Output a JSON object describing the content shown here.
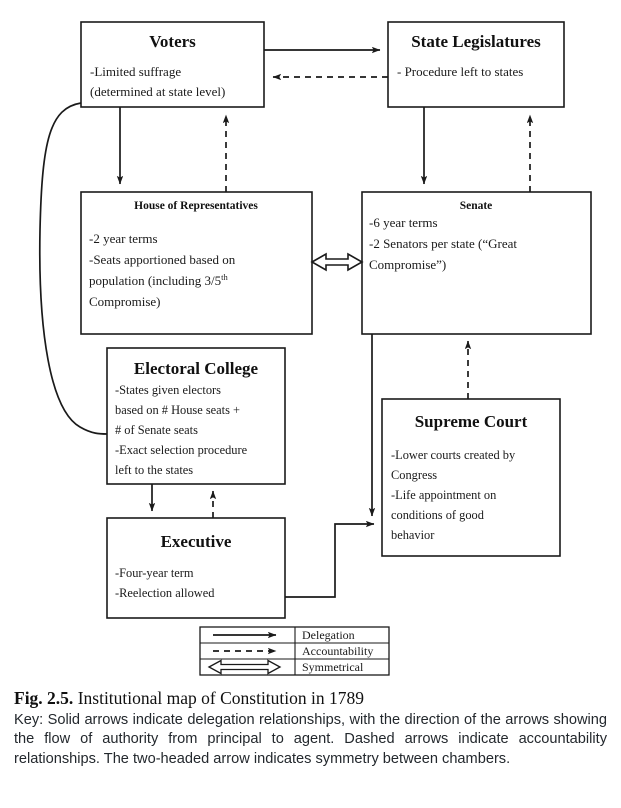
{
  "figure": {
    "number_label": "Fig. 2.5.",
    "title_text": " Institutional map of Constitution in 1789",
    "key_text": "Key: Solid arrows indicate delegation relationships, with the direction of the arrows showing the flow of authority from principal to agent. Dashed arrows indicate accountability relationships. The two-headed arrow indicates symmetry between chambers."
  },
  "nodes": {
    "voters": {
      "title": "Voters",
      "lines": [
        "-Limited suffrage",
        "(determined at state level)"
      ]
    },
    "state_legislatures": {
      "title": "State Legislatures",
      "lines": [
        "- Procedure left to states"
      ]
    },
    "house": {
      "title": "House of Representatives",
      "lines": [
        "-2 year terms",
        "-Seats apportioned based on",
        "population (including 3/5",
        "Compromise)"
      ],
      "superscript": "th"
    },
    "senate": {
      "title": "Senate",
      "lines": [
        "-6 year terms",
        "-2 Senators per state (“Great",
        "Compromise”)"
      ]
    },
    "electoral_college": {
      "title": "Electoral College",
      "lines": [
        "-States given electors",
        "based on # House seats +",
        "# of Senate seats",
        "-Exact selection procedure",
        "left to the states"
      ]
    },
    "supreme_court": {
      "title": "Supreme Court",
      "lines": [
        "-Lower courts created by",
        "Congress",
        "-Life appointment on",
        "conditions of good",
        "behavior"
      ]
    },
    "executive": {
      "title": "Executive",
      "lines": [
        "-Four-year term",
        "-Reelection allowed"
      ]
    }
  },
  "legend": {
    "rows": [
      {
        "symbol": "solid-arrow",
        "label": "Delegation"
      },
      {
        "symbol": "dashed-arrow",
        "label": "Accountability"
      },
      {
        "symbol": "double-headed-open-arrow",
        "label": "Symmetrical"
      }
    ]
  },
  "edges": [
    {
      "from": "voters",
      "to": "state_legislatures",
      "style": "solid",
      "relation": "Delegation"
    },
    {
      "from": "state_legislatures",
      "to": "voters",
      "style": "dashed",
      "relation": "Accountability"
    },
    {
      "from": "voters",
      "to": "house",
      "style": "solid",
      "relation": "Delegation"
    },
    {
      "from": "house",
      "to": "voters",
      "style": "dashed",
      "relation": "Accountability"
    },
    {
      "from": "state_legislatures",
      "to": "senate",
      "style": "solid",
      "relation": "Delegation"
    },
    {
      "from": "senate",
      "to": "state_legislatures",
      "style": "dashed",
      "relation": "Accountability"
    },
    {
      "from": "house",
      "to": "senate",
      "style": "double-headed",
      "relation": "Symmetrical"
    },
    {
      "from": "voters",
      "to": "electoral_college",
      "style": "solid-curved",
      "relation": "Delegation"
    },
    {
      "from": "electoral_college",
      "to": "executive",
      "style": "solid",
      "relation": "Delegation"
    },
    {
      "from": "executive",
      "to": "electoral_college",
      "style": "dashed",
      "relation": "Accountability"
    },
    {
      "from": "executive",
      "to": "supreme_court",
      "style": "solid",
      "relation": "Delegation"
    },
    {
      "from": "senate",
      "to": "supreme_court",
      "style": "solid",
      "relation": "Delegation"
    },
    {
      "from": "supreme_court",
      "to": "senate",
      "style": "dashed",
      "relation": "Accountability"
    }
  ],
  "colors": {
    "stroke": "#1a1a1a",
    "fill": "#ffffff",
    "caption_text": "#23282d"
  }
}
